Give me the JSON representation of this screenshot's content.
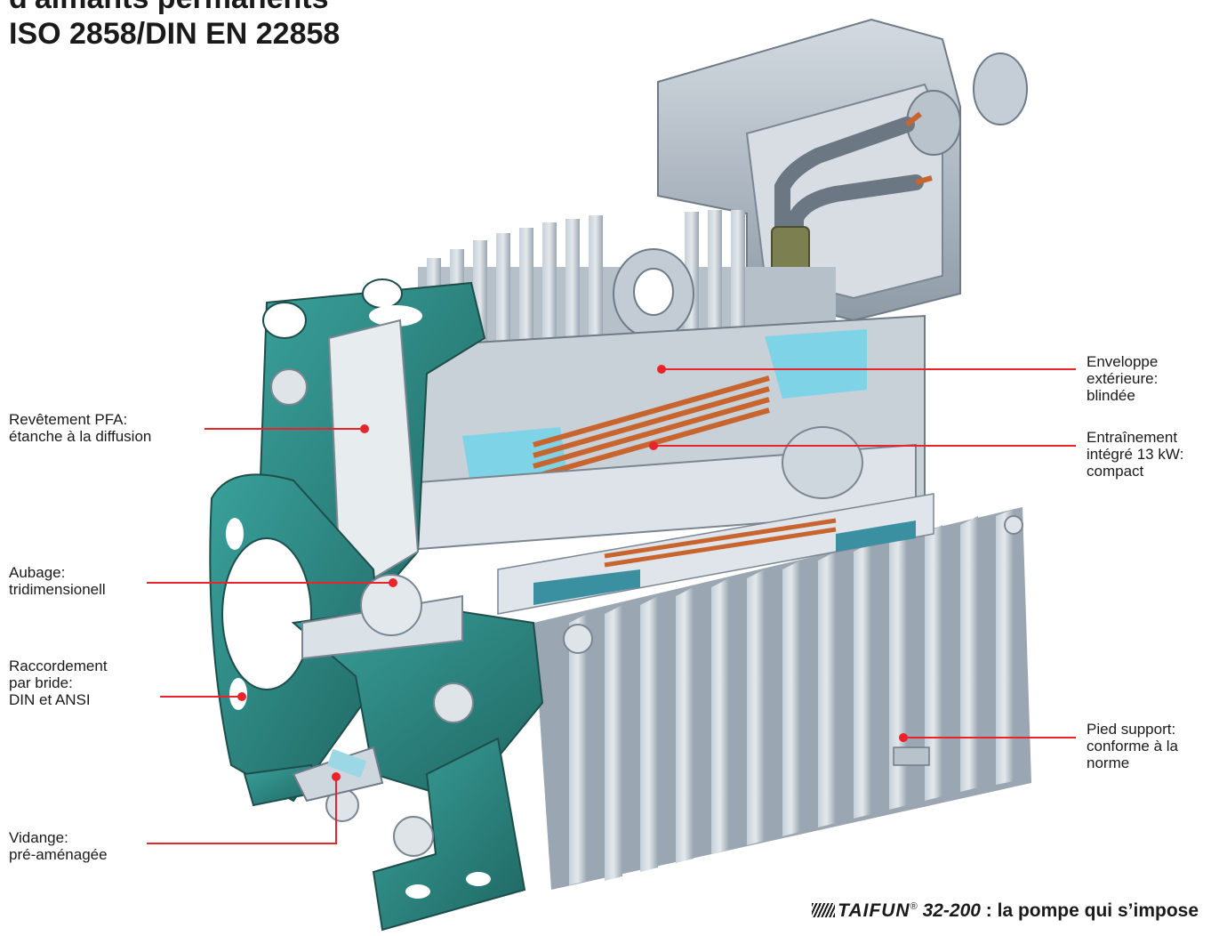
{
  "heading": {
    "line1": "d'aimants permanents",
    "line2": "ISO 2858/DIN EN 22858"
  },
  "callouts": {
    "revetement": {
      "line1": "Revêtement PFA:",
      "line2": "étanche à la diffusion"
    },
    "aubage": {
      "line1": "Aubage:",
      "line2": "tridimensionell"
    },
    "raccordement": {
      "line1": "Raccordement",
      "line2": "par bride:",
      "line3": "DIN et ANSI"
    },
    "vidange": {
      "line1": "Vidange:",
      "line2": "pré-aménagée"
    },
    "enveloppe": {
      "line1": "Enveloppe",
      "line2": "extérieure:",
      "line3": "blindée"
    },
    "entrainement": {
      "line1": "Entraînement",
      "line2": "intégré 13 kW:",
      "line3": "compact"
    },
    "pied": {
      "line1": "Pied support:",
      "line2": "conforme à la",
      "line3": "norme"
    }
  },
  "footer": {
    "brand": "TAIFUN",
    "registered": "®",
    "model": "32-200",
    "tagline": ": la pompe qui s’impose"
  },
  "colors": {
    "leader": "#e8232a",
    "teal": "#2e8a85",
    "housing": "#a9b4bf",
    "copper": "#c8642e",
    "cyan": "#7fd3e6"
  }
}
